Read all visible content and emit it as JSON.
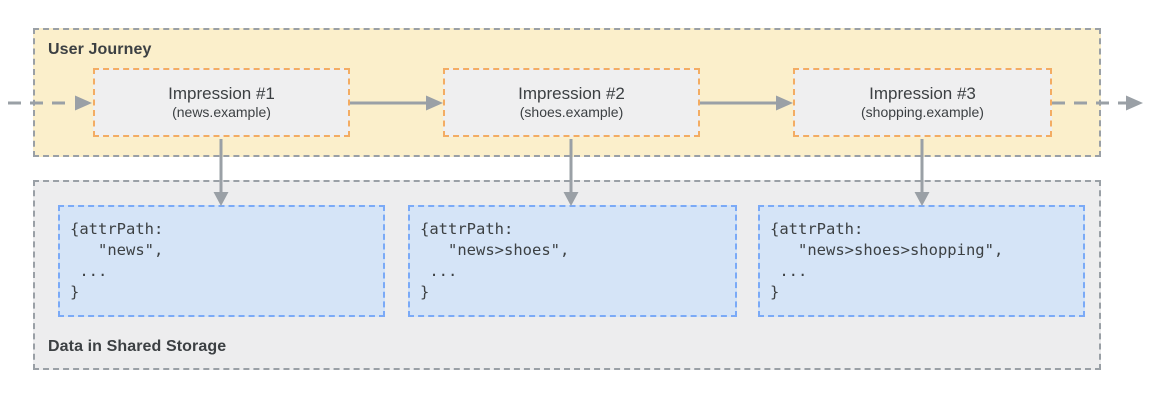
{
  "user_journey": {
    "label": "User Journey",
    "impressions": [
      {
        "title": "Impression #1",
        "site": "(news.example)"
      },
      {
        "title": "Impression #2",
        "site": "(shoes.example)"
      },
      {
        "title": "Impression #3",
        "site": "(shopping.example)"
      }
    ]
  },
  "shared_storage": {
    "label": "Data in Shared Storage",
    "records": [
      "{attrPath:\n   \"news\",\n ...\n}",
      "{attrPath:\n   \"news>shoes\",\n ...\n}",
      "{attrPath:\n   \"news>shoes>shopping\",\n ...\n}"
    ]
  },
  "colors": {
    "journey_fill": "#fbefcb",
    "journey_border": "#9aa0a6",
    "impression_fill": "#efeff0",
    "impression_border": "#f3ac63",
    "storage_fill": "#ededee",
    "storage_border": "#9aa0a6",
    "record_fill": "#d5e4f7",
    "record_border": "#7baaf7",
    "arrow": "#9aa0a6",
    "text": "#3c4043"
  }
}
